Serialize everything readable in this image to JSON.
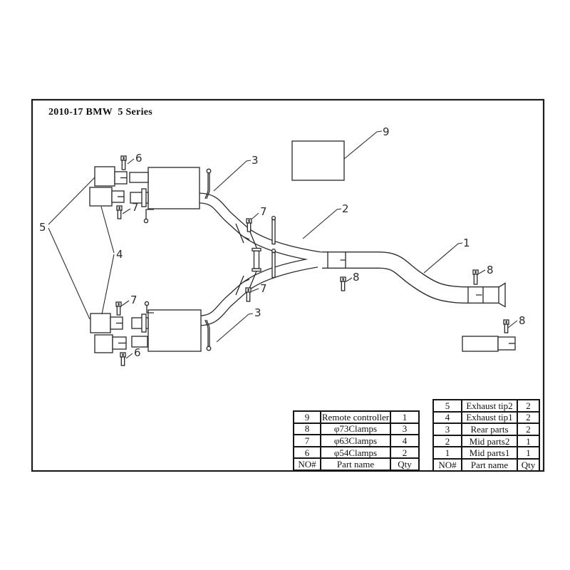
{
  "title": "2010-17 BMW  5 Series",
  "colors": {
    "line": "#2e2e2e",
    "background": "#ffffff"
  },
  "diagram": {
    "callouts": [
      {
        "id": "remote-controller",
        "text": "9"
      },
      {
        "id": "upper-tip-clamp-54",
        "text": "6"
      },
      {
        "id": "upper-rear-part",
        "text": "3"
      },
      {
        "id": "upper-tip-clamp-63",
        "text": "7"
      },
      {
        "id": "exhaust-tip2-group",
        "text": "5"
      },
      {
        "id": "exhaust-tip1-group",
        "text": "4"
      },
      {
        "id": "mid-clamp-upper",
        "text": "7"
      },
      {
        "id": "mid-parts2",
        "text": "2"
      },
      {
        "id": "mid-parts1",
        "text": "1"
      },
      {
        "id": "clamp73-left",
        "text": "8"
      },
      {
        "id": "clamp73-right-top",
        "text": "8"
      },
      {
        "id": "clamp73-right-bottom",
        "text": "8"
      },
      {
        "id": "mid-clamp-lower",
        "text": "7"
      },
      {
        "id": "lower-rear-part",
        "text": "3"
      },
      {
        "id": "lower-tip-clamp-63",
        "text": "7"
      },
      {
        "id": "lower-tip-clamp-54",
        "text": "6"
      }
    ]
  },
  "parts_tables": {
    "left": {
      "rows": [
        [
          "9",
          "Remote controller",
          "1"
        ],
        [
          "8",
          "φ73Clamps",
          "3"
        ],
        [
          "7",
          "φ63Clamps",
          "4"
        ],
        [
          "6",
          "φ54Clamps",
          "2"
        ]
      ],
      "header": [
        "NO#",
        "Part name",
        "Qty"
      ]
    },
    "right": {
      "rows": [
        [
          "5",
          "Exhaust tip2",
          "2"
        ],
        [
          "4",
          "Exhaust tip1",
          "2"
        ],
        [
          "3",
          "Rear parts",
          "2"
        ],
        [
          "2",
          "Mid parts2",
          "1"
        ],
        [
          "1",
          "Mid parts1",
          "1"
        ]
      ],
      "header": [
        "NO#",
        "Part name",
        "Qty"
      ]
    }
  }
}
